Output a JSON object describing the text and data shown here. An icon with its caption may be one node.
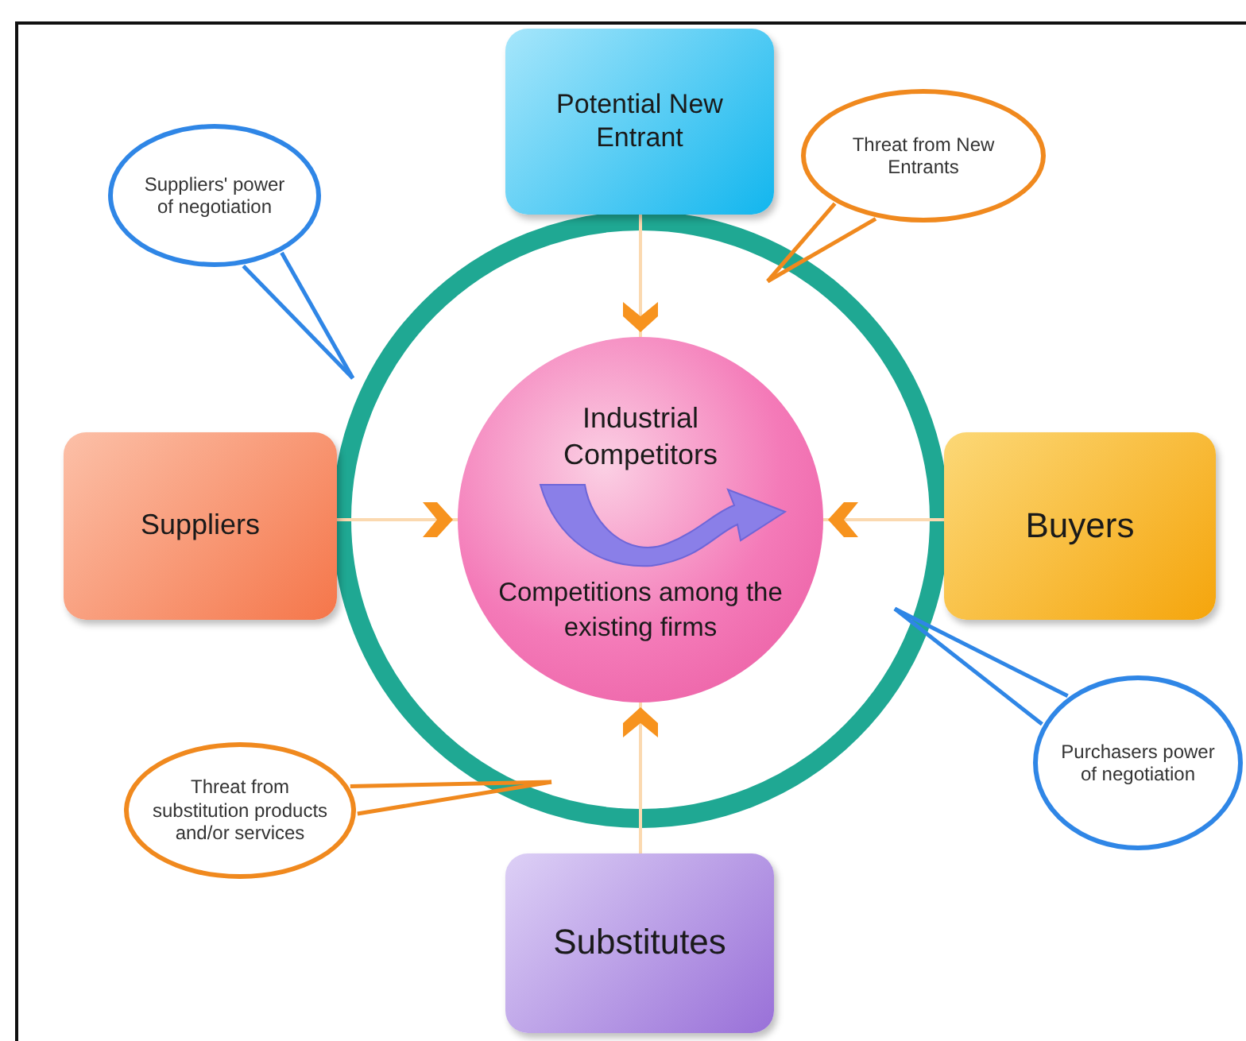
{
  "diagram": {
    "nodes": [
      {
        "text": [
          "Potential New Entrant"
        ]
      },
      {
        "text": [
          "Suppliers"
        ]
      },
      {
        "text": [
          "Industrial Competitors",
          "Competitions among the existing firms"
        ]
      },
      {
        "text": [
          "Buyers"
        ]
      },
      {
        "text": [
          "Substitutes"
        ]
      },
      {
        "text": [
          "Suppliers' power of negotiation"
        ]
      },
      {
        "text": [
          "Threat from New Entrants"
        ]
      },
      {
        "text": [
          "Threat from substitution products and/or services"
        ]
      },
      {
        "text": [
          "Purchasers power of negotiation"
        ]
      }
    ],
    "edges": [
      {
        "from": 0,
        "to": 2,
        "arrow": "to"
      },
      {
        "from": 1,
        "to": 2,
        "arrow": "to"
      },
      {
        "from": 3,
        "to": 2,
        "arrow": "to"
      },
      {
        "from": 4,
        "to": 2,
        "arrow": "to"
      },
      {
        "from": 5,
        "to": null,
        "arrow": "none",
        "color": "#2f86e6"
      },
      {
        "from": 6,
        "to": null,
        "arrow": "none",
        "color": "#f0891e"
      },
      {
        "from": 7,
        "to": null,
        "arrow": "none",
        "color": "#f0891e"
      },
      {
        "from": 8,
        "to": null,
        "arrow": "none",
        "color": "#2f86e6"
      }
    ]
  }
}
